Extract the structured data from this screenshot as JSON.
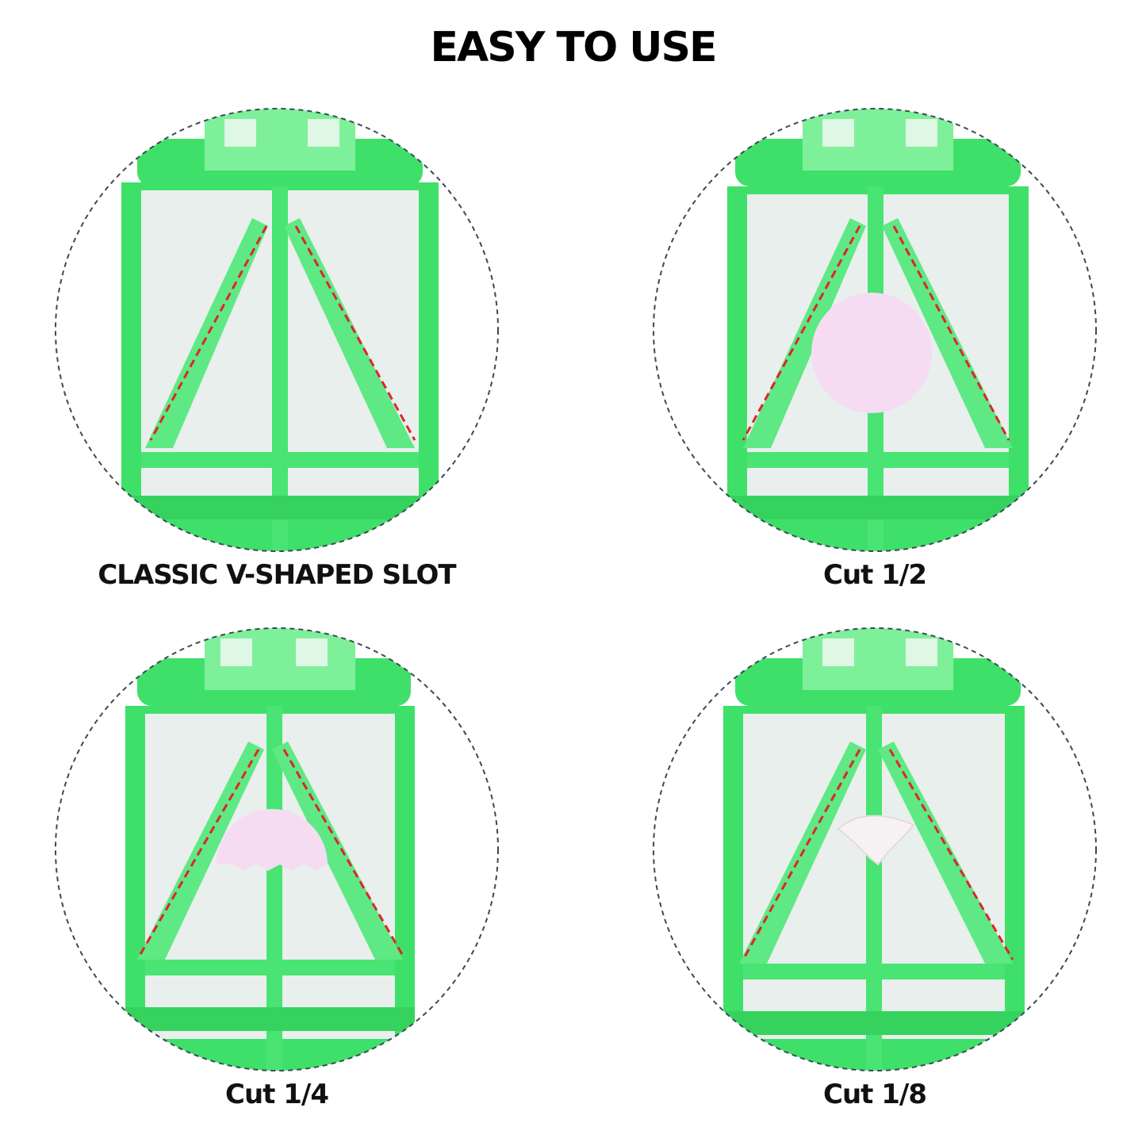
{
  "header": {
    "title": "EASY TO USE"
  },
  "panels": [
    {
      "id": "v-slot",
      "caption": "CLASSIC V-SHAPED SLOT",
      "pill": "none"
    },
    {
      "id": "cut-half",
      "caption": "Cut 1/2",
      "pill": "whole"
    },
    {
      "id": "cut-quarter",
      "caption": "Cut 1/4",
      "pill": "half"
    },
    {
      "id": "cut-eighth",
      "caption": "Cut 1/8",
      "pill": "quarter"
    }
  ],
  "colors": {
    "cutter_green": "#3fe06a",
    "cutter_dark": "#22b84a",
    "blade_line": "#e0242a",
    "pill": "#f6dcf2",
    "circle_outline": "#3a4a55"
  }
}
